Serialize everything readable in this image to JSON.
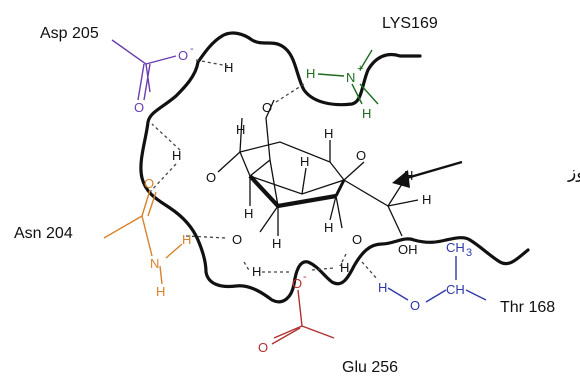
{
  "residues": {
    "asp205": "Asp 205",
    "lys169": "LYS169",
    "asn204": "Asn 204",
    "thr168": "Thr 168",
    "glu256": "Glu 256"
  },
  "molecule_label": "جزيئة الغلوكوز",
  "atoms": {
    "O": "O",
    "H": "H",
    "N": "N",
    "OH": "OH",
    "CH": "CH",
    "CH3": "CH",
    "three": "3",
    "minus": "-",
    "plus": "+"
  },
  "colors": {
    "pocket": "#111111",
    "asp205": "#6a3db0",
    "lys169": "#1f6b1f",
    "asn204": "#d9822b",
    "thr168": "#2f3aa8",
    "glu256": "#b03030",
    "hbond": "#444444"
  }
}
